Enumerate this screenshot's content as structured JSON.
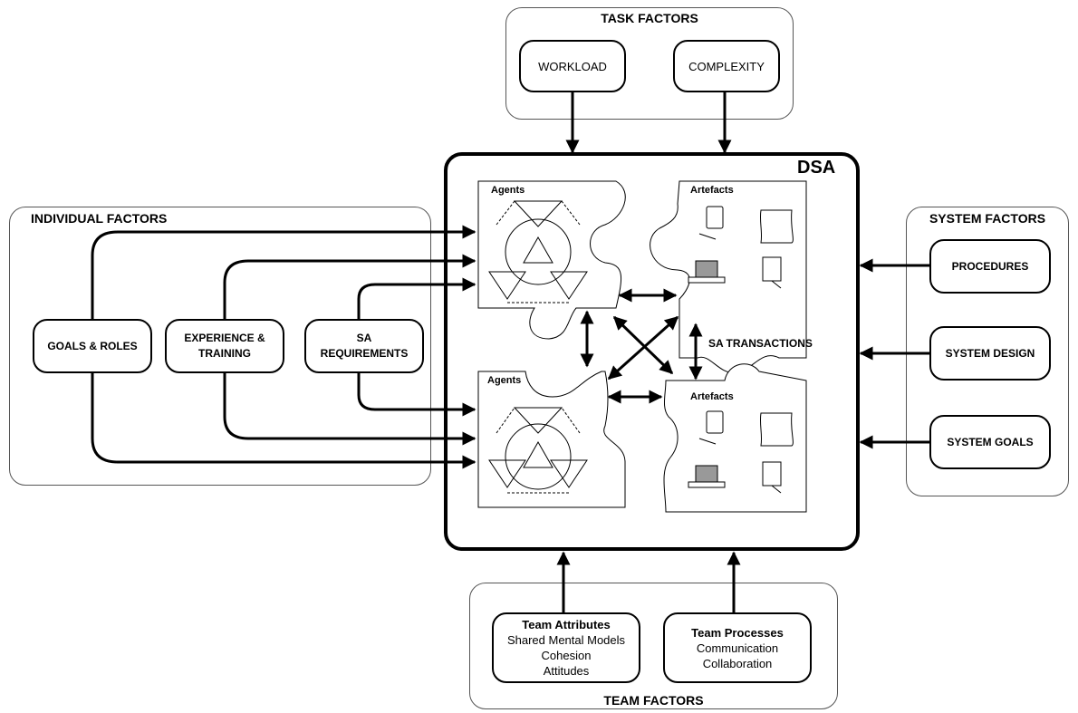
{
  "task_factors": {
    "title": "TASK FACTORS",
    "workload": "WORKLOAD",
    "complexity": "COMPLEXITY"
  },
  "individual_factors": {
    "title": "INDIVIDUAL FACTORS",
    "goals_roles": "GOALS & ROLES",
    "experience_line1": "EXPERIENCE &",
    "experience_line2": "TRAINING",
    "sa_req_line1": "SA",
    "sa_req_line2": "REQUIREMENTS"
  },
  "system_factors": {
    "title": "SYSTEM FACTORS",
    "procedures": "PROCEDURES",
    "system_design": "SYSTEM DESIGN",
    "system_goals": "SYSTEM GOALS"
  },
  "team_factors": {
    "title": "TEAM FACTORS",
    "attributes_title": "Team Attributes",
    "attributes_items": [
      "Shared Mental Models",
      "Cohesion",
      "Attitudes"
    ],
    "processes_title": "Team Processes",
    "processes_items": [
      "Communication",
      "Collaboration"
    ]
  },
  "dsa": {
    "title": "DSA",
    "agents_label_top": "Agents",
    "agents_label_bottom": "Agents",
    "artefacts_label_top": "Artefacts",
    "artefacts_label_bottom": "Artefacts",
    "transactions_label": "SA TRANSACTIONS"
  }
}
